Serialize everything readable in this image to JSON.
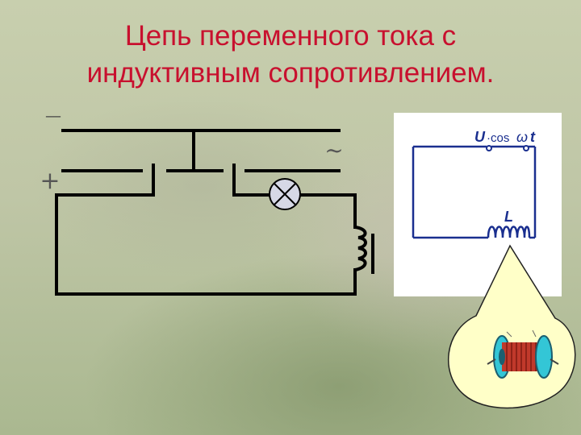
{
  "slide": {
    "title_line1": "Цепь переменного тока с",
    "title_line2": "индуктивным сопротивлением."
  },
  "circuit": {
    "dc_minus_label": "—",
    "dc_plus_label": "+",
    "ac_label": "~",
    "components": [
      "switch",
      "switch",
      "lamp-icon",
      "inductor-coil"
    ]
  },
  "schematic": {
    "voltage_label_U": "U",
    "voltage_label_rest": "·cos",
    "omega_label": "ω",
    "t_label": "t",
    "inductor_label": "L"
  },
  "callout": {
    "image": "coil-icon",
    "accent_color": "#c0392b"
  }
}
